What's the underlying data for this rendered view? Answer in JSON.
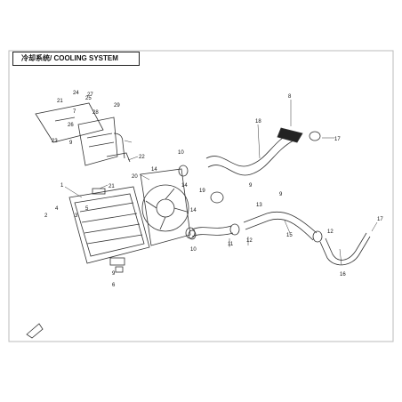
{
  "title": "冷却系统/ COOLING SYSTEM",
  "callouts": [
    {
      "id": "c1",
      "text": "1"
    },
    {
      "id": "c2",
      "text": "2"
    },
    {
      "id": "c3",
      "text": "3"
    },
    {
      "id": "c4",
      "text": "4"
    },
    {
      "id": "c5",
      "text": "5"
    },
    {
      "id": "c6",
      "text": "6"
    },
    {
      "id": "c7",
      "text": "7"
    },
    {
      "id": "c8",
      "text": "8"
    },
    {
      "id": "c9a",
      "text": "9"
    },
    {
      "id": "c9b",
      "text": "9"
    },
    {
      "id": "c9c",
      "text": "9"
    },
    {
      "id": "c9d",
      "text": "9"
    },
    {
      "id": "c10a",
      "text": "10"
    },
    {
      "id": "c10b",
      "text": "10"
    },
    {
      "id": "c11",
      "text": "11"
    },
    {
      "id": "c12a",
      "text": "12"
    },
    {
      "id": "c12b",
      "text": "12"
    },
    {
      "id": "c13",
      "text": "13"
    },
    {
      "id": "c14a",
      "text": "14"
    },
    {
      "id": "c14b",
      "text": "14"
    },
    {
      "id": "c14c",
      "text": "14"
    },
    {
      "id": "c15",
      "text": "15"
    },
    {
      "id": "c16",
      "text": "16"
    },
    {
      "id": "c17a",
      "text": "17"
    },
    {
      "id": "c17b",
      "text": "17"
    },
    {
      "id": "c18",
      "text": "18"
    },
    {
      "id": "c19",
      "text": "19"
    },
    {
      "id": "c20",
      "text": "20"
    },
    {
      "id": "c21a",
      "text": "21"
    },
    {
      "id": "c21b",
      "text": "21"
    },
    {
      "id": "c22",
      "text": "22"
    },
    {
      "id": "c23",
      "text": "23"
    },
    {
      "id": "c24",
      "text": "24"
    },
    {
      "id": "c25",
      "text": "25"
    },
    {
      "id": "c26",
      "text": "26"
    },
    {
      "id": "c27",
      "text": "27"
    },
    {
      "id": "c28",
      "text": "28"
    },
    {
      "id": "c29",
      "text": "29"
    }
  ],
  "colors": {
    "line": "#333333",
    "frame": "#bbbbbb"
  }
}
